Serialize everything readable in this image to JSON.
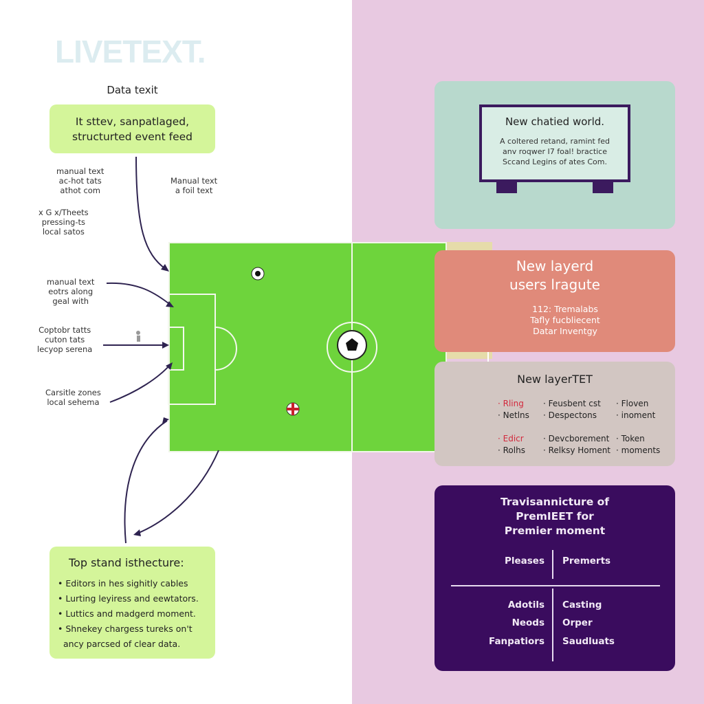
{
  "logo": "LIVETEXT.",
  "data_title": "Data texit",
  "top_box": [
    "It sttev, sanpatlaged,",
    "structurted event feed"
  ],
  "notes": {
    "n1": [
      "manual text",
      "ac-hot tats",
      "athot com"
    ],
    "n2": [
      "Manual text",
      "a foil text"
    ],
    "n3": [
      "x G x/Theets",
      "pressing-ts",
      "local satos"
    ],
    "n4": [
      "manual text",
      "eotrs along",
      "geal with"
    ],
    "n5": [
      "Coptobr tatts",
      "cuton tats",
      "lecyop serena"
    ],
    "n6": [
      "Carsitle zones",
      "local sehema"
    ]
  },
  "bottom_box": {
    "title": "Top stand isthecture:",
    "items": [
      "Editors in hes sighitly cables",
      "Lurting leyiress and eewtators.",
      "Luttics and madgerd moment.",
      "Shnekey chargess tureks on't",
      "ancy parcsed of clear data."
    ]
  },
  "monitor": {
    "title": "New chatied world.",
    "lines": [
      "A coltered retand, ramint fed",
      "anv roqwer I7 foal! bractice",
      "Sccand Legins of ates Com."
    ]
  },
  "red_box": {
    "title": [
      "New layerd",
      "users lragute"
    ],
    "lines": [
      "112: Tremalabs",
      "Tafly fucbliecent",
      "Datar Inventgy"
    ]
  },
  "gray_box": {
    "title": "New layerTET",
    "cols": [
      [
        "Rling",
        "Feusbent cst",
        "Floven"
      ],
      [
        "Netlns",
        "Despectons",
        "inoment"
      ],
      [
        "Edicr",
        "Devcborement",
        "Token"
      ],
      [
        "Rolhs",
        "Relksy Homent",
        "moments"
      ]
    ]
  },
  "purple_box": {
    "title": [
      "Travisannicture of",
      "PremIEET for",
      "Premier moment"
    ],
    "left": [
      "Pleases",
      "Adotils",
      "Neods",
      "Fanpatiors"
    ],
    "right": [
      "Premerts",
      "Casting",
      "Orper",
      "Saudluats"
    ]
  },
  "colors": {
    "pitch": "#6ed43c",
    "lime": "#d4f59a",
    "lavender": "#e8c9e1",
    "purple": "#3a0c5e",
    "coral": "#e08a7a"
  }
}
